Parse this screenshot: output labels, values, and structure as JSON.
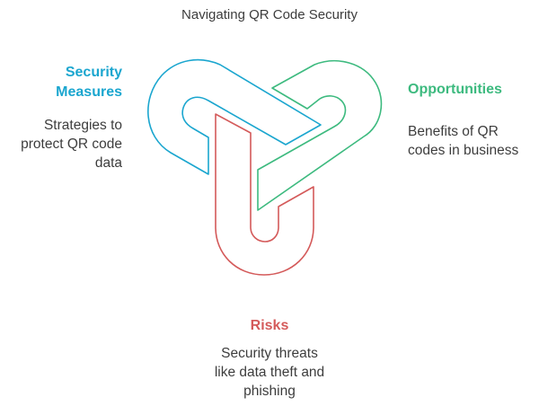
{
  "title": "Navigating QR Code Security",
  "colors": {
    "security_measures": "#1ba6cf",
    "opportunities": "#3dba7f",
    "risks": "#d45a5a",
    "text": "#3d3d3d"
  },
  "sections": {
    "security_measures": {
      "heading": "Security Measures",
      "heading_lines": [
        "Security",
        "Measures"
      ],
      "description": "Strategies to protect QR code data",
      "description_lines": [
        "Strategies to",
        "protect QR code",
        "data"
      ]
    },
    "opportunities": {
      "heading": "Opportunities",
      "description": "Benefits of QR codes in business",
      "description_lines": [
        "Benefits of QR",
        "codes in business"
      ]
    },
    "risks": {
      "heading": "Risks",
      "description": "Security threats like data theft and phishing",
      "description_lines": [
        "Security threats",
        "like data theft and",
        "phishing"
      ]
    }
  },
  "diagram": {
    "type": "interlocking-three-loop-knot",
    "loops": [
      "security_measures",
      "opportunities",
      "risks"
    ]
  }
}
